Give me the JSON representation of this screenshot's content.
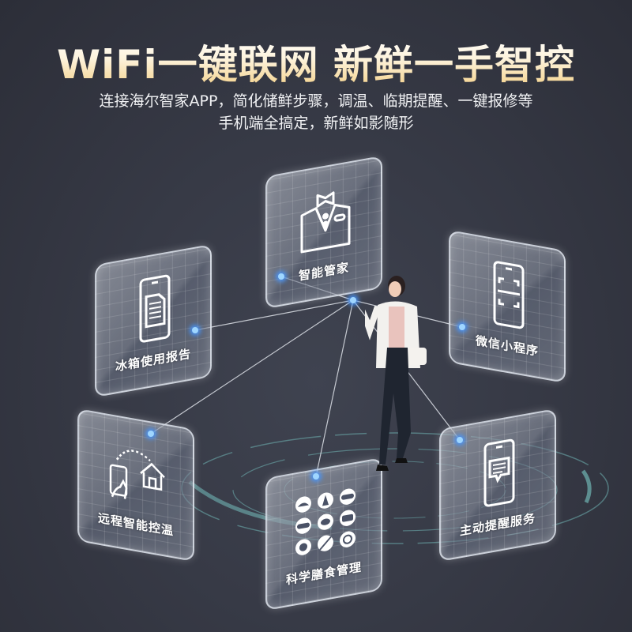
{
  "header": {
    "title": "WiFi一键联网 新鲜一手智控",
    "subtitle_line1": "连接海尔智家APP，简化储鲜步骤，调温、临期提醒、一键报修等",
    "subtitle_line2": "手机端全搞定，新鲜如影随形"
  },
  "colors": {
    "background": "#373a46",
    "title_gradient_top": "#ffffff",
    "title_gradient_bottom": "#f3cf85",
    "node_glow": "#4696ff",
    "ring": "#6fb3b2"
  },
  "features": [
    {
      "id": "smart-butler",
      "label": "智能管家",
      "icon": "butler-tuxedo-icon"
    },
    {
      "id": "fridge-report",
      "label": "冰箱使用报告",
      "icon": "phone-document-icon"
    },
    {
      "id": "wechat-miniprogram",
      "label": "微信小程序",
      "icon": "phone-scan-icon"
    },
    {
      "id": "remote-temp",
      "label": "远程智能控温",
      "icon": "phone-to-home-icon"
    },
    {
      "id": "diet-management",
      "label": "科学膳食管理",
      "icon": "food-grid-icon"
    },
    {
      "id": "reminder-service",
      "label": "主动提醒服务",
      "icon": "phone-message-icon"
    }
  ],
  "diet_food_icons": [
    "chicken",
    "cake",
    "bread",
    "sausage",
    "fish",
    "meat",
    "ham",
    "skewer",
    "shrimp-roll"
  ]
}
